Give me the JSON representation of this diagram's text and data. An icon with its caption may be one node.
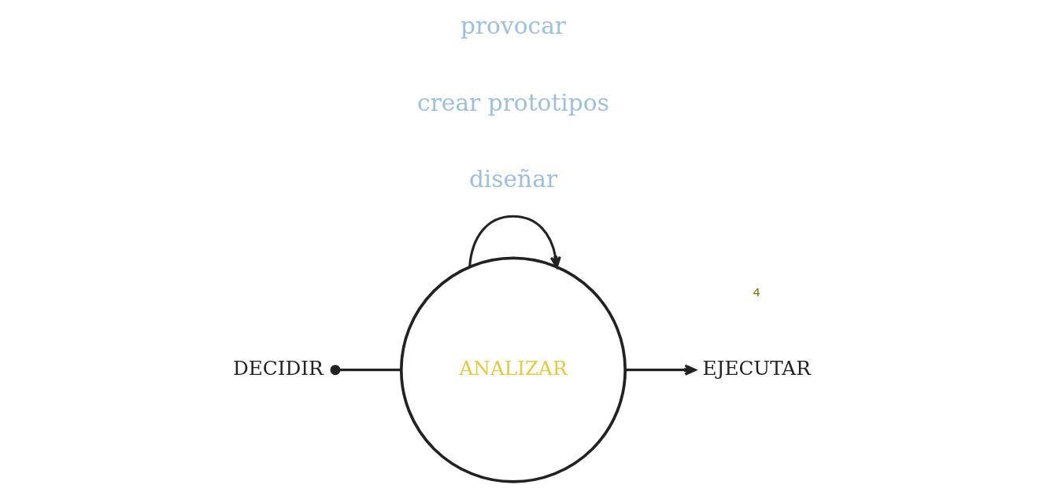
{
  "diagram": {
    "nodes": [
      {
        "text": [
          "DECIDIR"
        ]
      },
      {
        "text": [
          "ANALIZAR"
        ]
      },
      {
        "text": [
          "EJECUTAR"
        ]
      }
    ],
    "edges": [
      {
        "from": 0,
        "to": 1,
        "arrow": "other"
      },
      {
        "from": 1,
        "to": 1,
        "arrow": "to"
      },
      {
        "from": 1,
        "to": 2,
        "arrow": "to"
      }
    ],
    "labels": [
      "diseñar",
      "crear prototipos",
      "provocar",
      "4"
    ]
  }
}
